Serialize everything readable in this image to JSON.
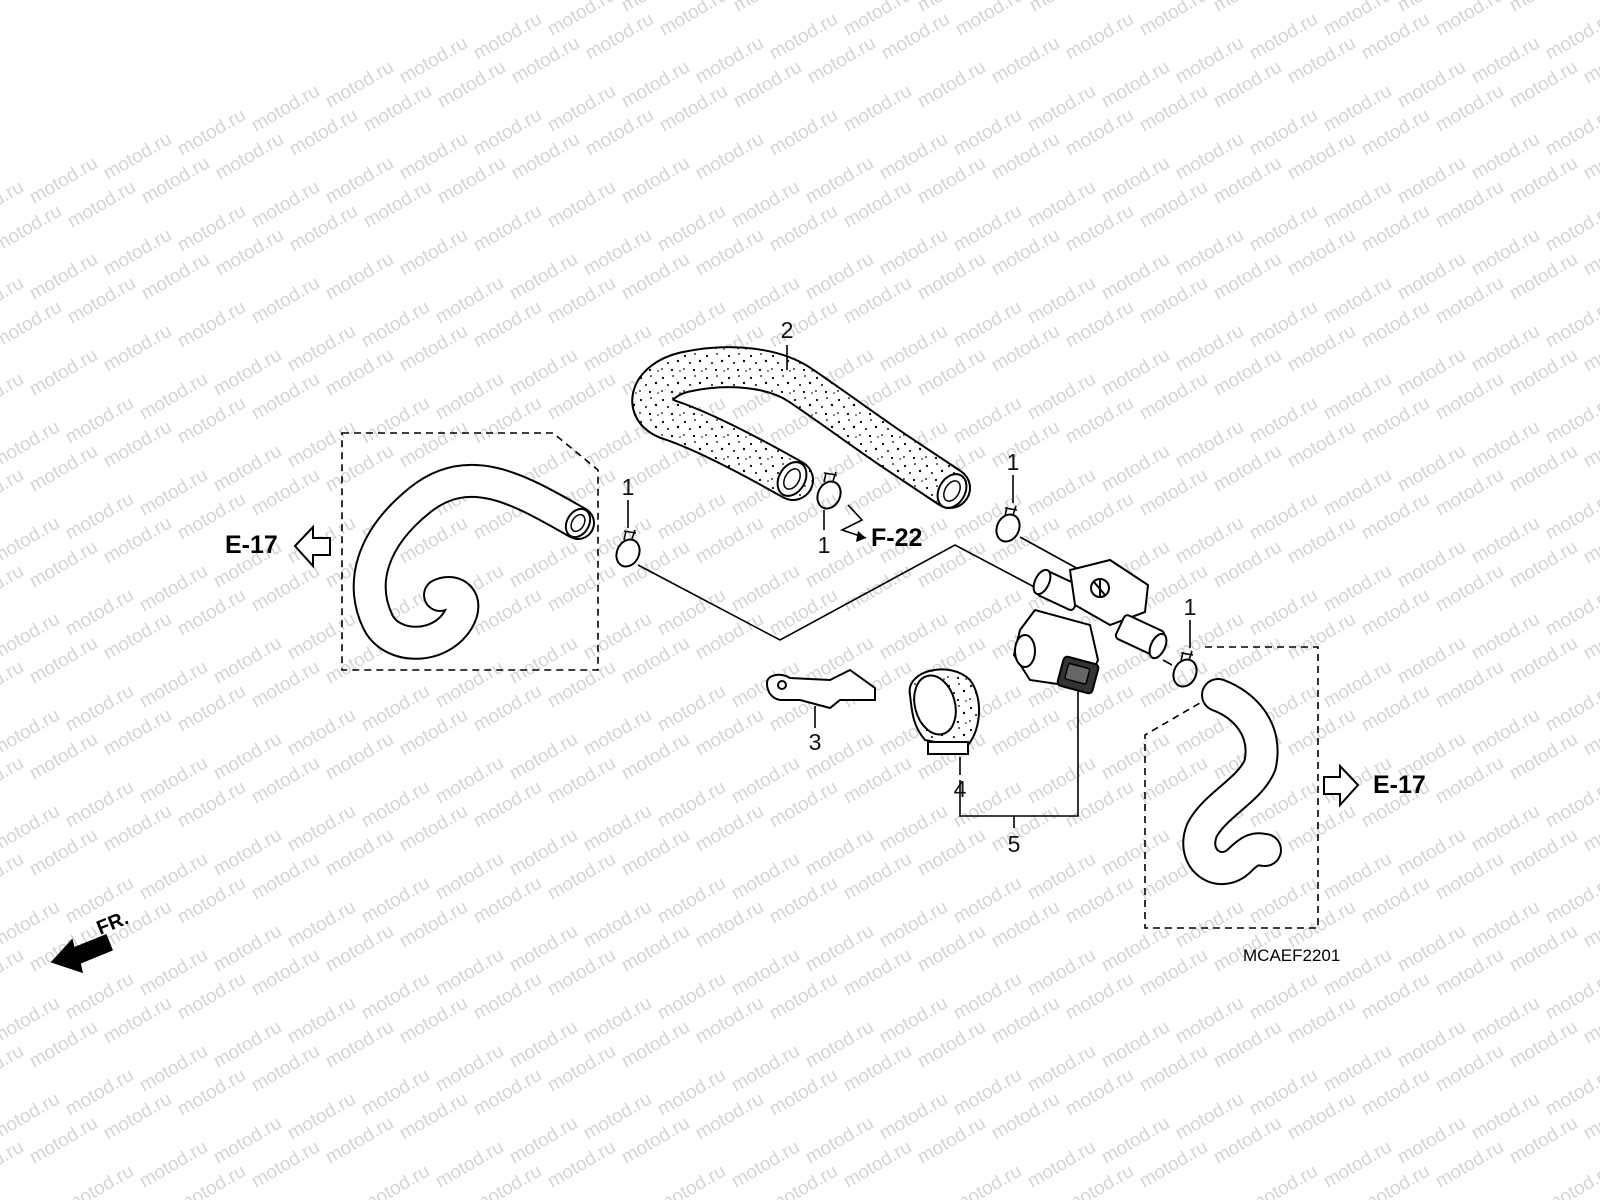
{
  "watermark": {
    "text": "motod.ru",
    "color": "#d4d4d4"
  },
  "callouts": {
    "clip_left": "1",
    "clip_middle": "1",
    "clip_upper_right": "1",
    "clip_right": "1",
    "hose_2": "2",
    "stay_3": "3",
    "rubber_mount_4": "4",
    "solenoid_valve_5": "5"
  },
  "references": {
    "left_hose": "E-17",
    "right_hose": "E-17",
    "upper_hose": "F-22"
  },
  "front_indicator": "FR.",
  "diagram_code": "MCAEF2201",
  "colors": {
    "line": "#000000",
    "background": "#ffffff",
    "hose_fill": "#ffffff"
  }
}
